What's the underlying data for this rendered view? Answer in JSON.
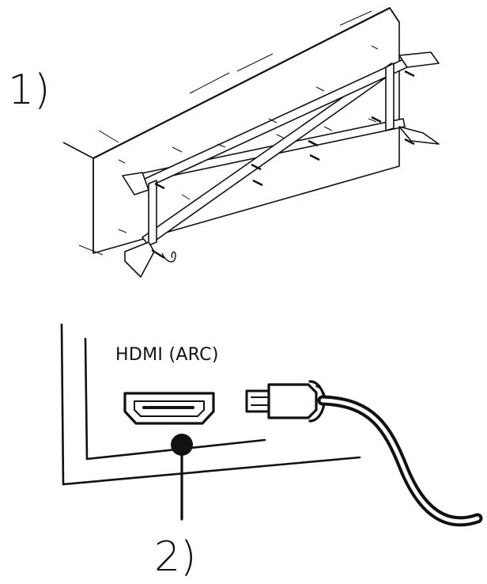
{
  "steps": {
    "step1_label": "1)",
    "step2_label": "2)"
  },
  "port": {
    "label": "HDMI (ARC)"
  },
  "colors": {
    "ink": "#111111",
    "background": "#ffffff"
  }
}
